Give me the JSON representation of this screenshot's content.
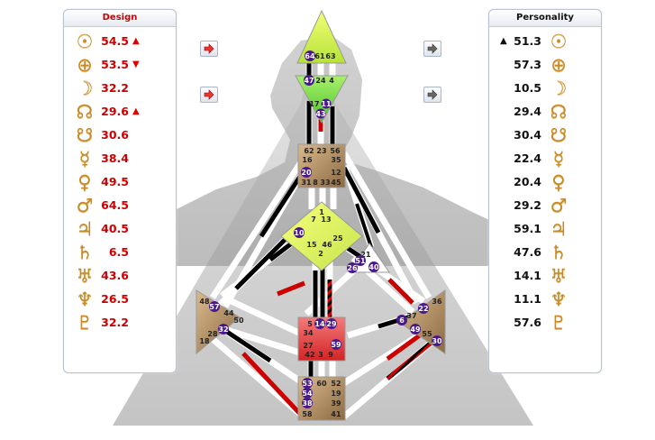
{
  "design": {
    "title": "Design",
    "rows": [
      {
        "icon": "sun-icon",
        "glyph": "☉",
        "value": "54.5",
        "trend": "▲"
      },
      {
        "icon": "earth-icon",
        "glyph": "⊕",
        "value": "53.5",
        "trend": "▼"
      },
      {
        "icon": "moon-icon",
        "glyph": "☽",
        "value": "32.2",
        "trend": ""
      },
      {
        "icon": "north-node-icon",
        "glyph": "☊",
        "value": "29.6",
        "trend": "▲"
      },
      {
        "icon": "south-node-icon",
        "glyph": "☋",
        "value": "30.6",
        "trend": ""
      },
      {
        "icon": "mercury-icon",
        "glyph": "☿",
        "value": "38.4",
        "trend": ""
      },
      {
        "icon": "venus-icon",
        "glyph": "♀",
        "value": "49.5",
        "trend": ""
      },
      {
        "icon": "mars-icon",
        "glyph": "♂",
        "value": "64.5",
        "trend": ""
      },
      {
        "icon": "jupiter-icon",
        "glyph": "♃",
        "value": "40.5",
        "trend": ""
      },
      {
        "icon": "saturn-icon",
        "glyph": "♄",
        "value": "6.5",
        "trend": ""
      },
      {
        "icon": "uranus-icon",
        "glyph": "♅",
        "value": "43.6",
        "trend": ""
      },
      {
        "icon": "neptune-icon",
        "glyph": "♆",
        "value": "26.5",
        "trend": ""
      },
      {
        "icon": "pluto-icon",
        "glyph": "♇",
        "value": "32.2",
        "trend": ""
      }
    ]
  },
  "personality": {
    "title": "Personality",
    "rows": [
      {
        "icon": "sun-icon",
        "glyph": "☉",
        "value": "51.3",
        "trend": "▲"
      },
      {
        "icon": "earth-icon",
        "glyph": "⊕",
        "value": "57.3",
        "trend": ""
      },
      {
        "icon": "moon-icon",
        "glyph": "☽",
        "value": "10.5",
        "trend": ""
      },
      {
        "icon": "north-node-icon",
        "glyph": "☊",
        "value": "29.4",
        "trend": ""
      },
      {
        "icon": "south-node-icon",
        "glyph": "☋",
        "value": "30.4",
        "trend": ""
      },
      {
        "icon": "mercury-icon",
        "glyph": "☿",
        "value": "22.4",
        "trend": ""
      },
      {
        "icon": "venus-icon",
        "glyph": "♀",
        "value": "20.4",
        "trend": ""
      },
      {
        "icon": "mars-icon",
        "glyph": "♂",
        "value": "29.2",
        "trend": ""
      },
      {
        "icon": "jupiter-icon",
        "glyph": "♃",
        "value": "59.1",
        "trend": ""
      },
      {
        "icon": "saturn-icon",
        "glyph": "♄",
        "value": "47.6",
        "trend": ""
      },
      {
        "icon": "uranus-icon",
        "glyph": "♅",
        "value": "14.1",
        "trend": ""
      },
      {
        "icon": "neptune-icon",
        "glyph": "♆",
        "value": "11.1",
        "trend": ""
      },
      {
        "icon": "pluto-icon",
        "glyph": "♇",
        "value": "57.6",
        "trend": ""
      }
    ]
  },
  "controls": [
    {
      "name": "design-forward-button",
      "icon": "red-arrow-right-icon"
    },
    {
      "name": "design-back-button",
      "icon": "red-arrow-right-icon"
    },
    {
      "name": "personality-forward-button",
      "icon": "gray-arrow-right-icon"
    },
    {
      "name": "personality-back-button",
      "icon": "gray-arrow-right-icon"
    }
  ],
  "centers": {
    "head": {
      "gates": [
        "64",
        "61",
        "63"
      ],
      "active": [
        "64"
      ]
    },
    "ajna": {
      "gates": [
        "47",
        "24",
        "4",
        "17",
        "11",
        "43"
      ],
      "active": [
        "47",
        "11",
        "43"
      ]
    },
    "throat": {
      "gates": [
        "62",
        "23",
        "56",
        "16",
        "35",
        "20",
        "12",
        "31",
        "8",
        "33",
        "45"
      ],
      "active": [
        "20"
      ]
    },
    "g": {
      "gates": [
        "1",
        "7",
        "13",
        "10",
        "15",
        "46",
        "25",
        "2"
      ],
      "active": [
        "10"
      ]
    },
    "ego": {
      "gates": [
        "21",
        "26",
        "51",
        "40"
      ],
      "active": [
        "26",
        "51",
        "40"
      ]
    },
    "spleen": {
      "gates": [
        "48",
        "57",
        "44",
        "50",
        "32",
        "28",
        "18"
      ],
      "active": [
        "57",
        "32"
      ]
    },
    "sacral": {
      "gates": [
        "5",
        "14",
        "29",
        "34",
        "27",
        "59",
        "42",
        "3",
        "9"
      ],
      "active": [
        "14",
        "29",
        "59"
      ]
    },
    "solar_plexus": {
      "gates": [
        "36",
        "22",
        "37",
        "6",
        "49",
        "55",
        "30"
      ],
      "active": [
        "22",
        "6",
        "49",
        "30"
      ]
    },
    "root": {
      "gates": [
        "53",
        "60",
        "52",
        "54",
        "19",
        "38",
        "39",
        "58",
        "41"
      ],
      "active": [
        "53",
        "54",
        "38"
      ]
    }
  },
  "colors": {
    "design": "#cc0000",
    "personality": "#000000",
    "head_fill": "#ccee55",
    "ajna_fill": "#77dd44",
    "motor_fill": "#b8946a",
    "sacral_fill": "#ee4444",
    "gate_badge": "#4a1a8c"
  }
}
